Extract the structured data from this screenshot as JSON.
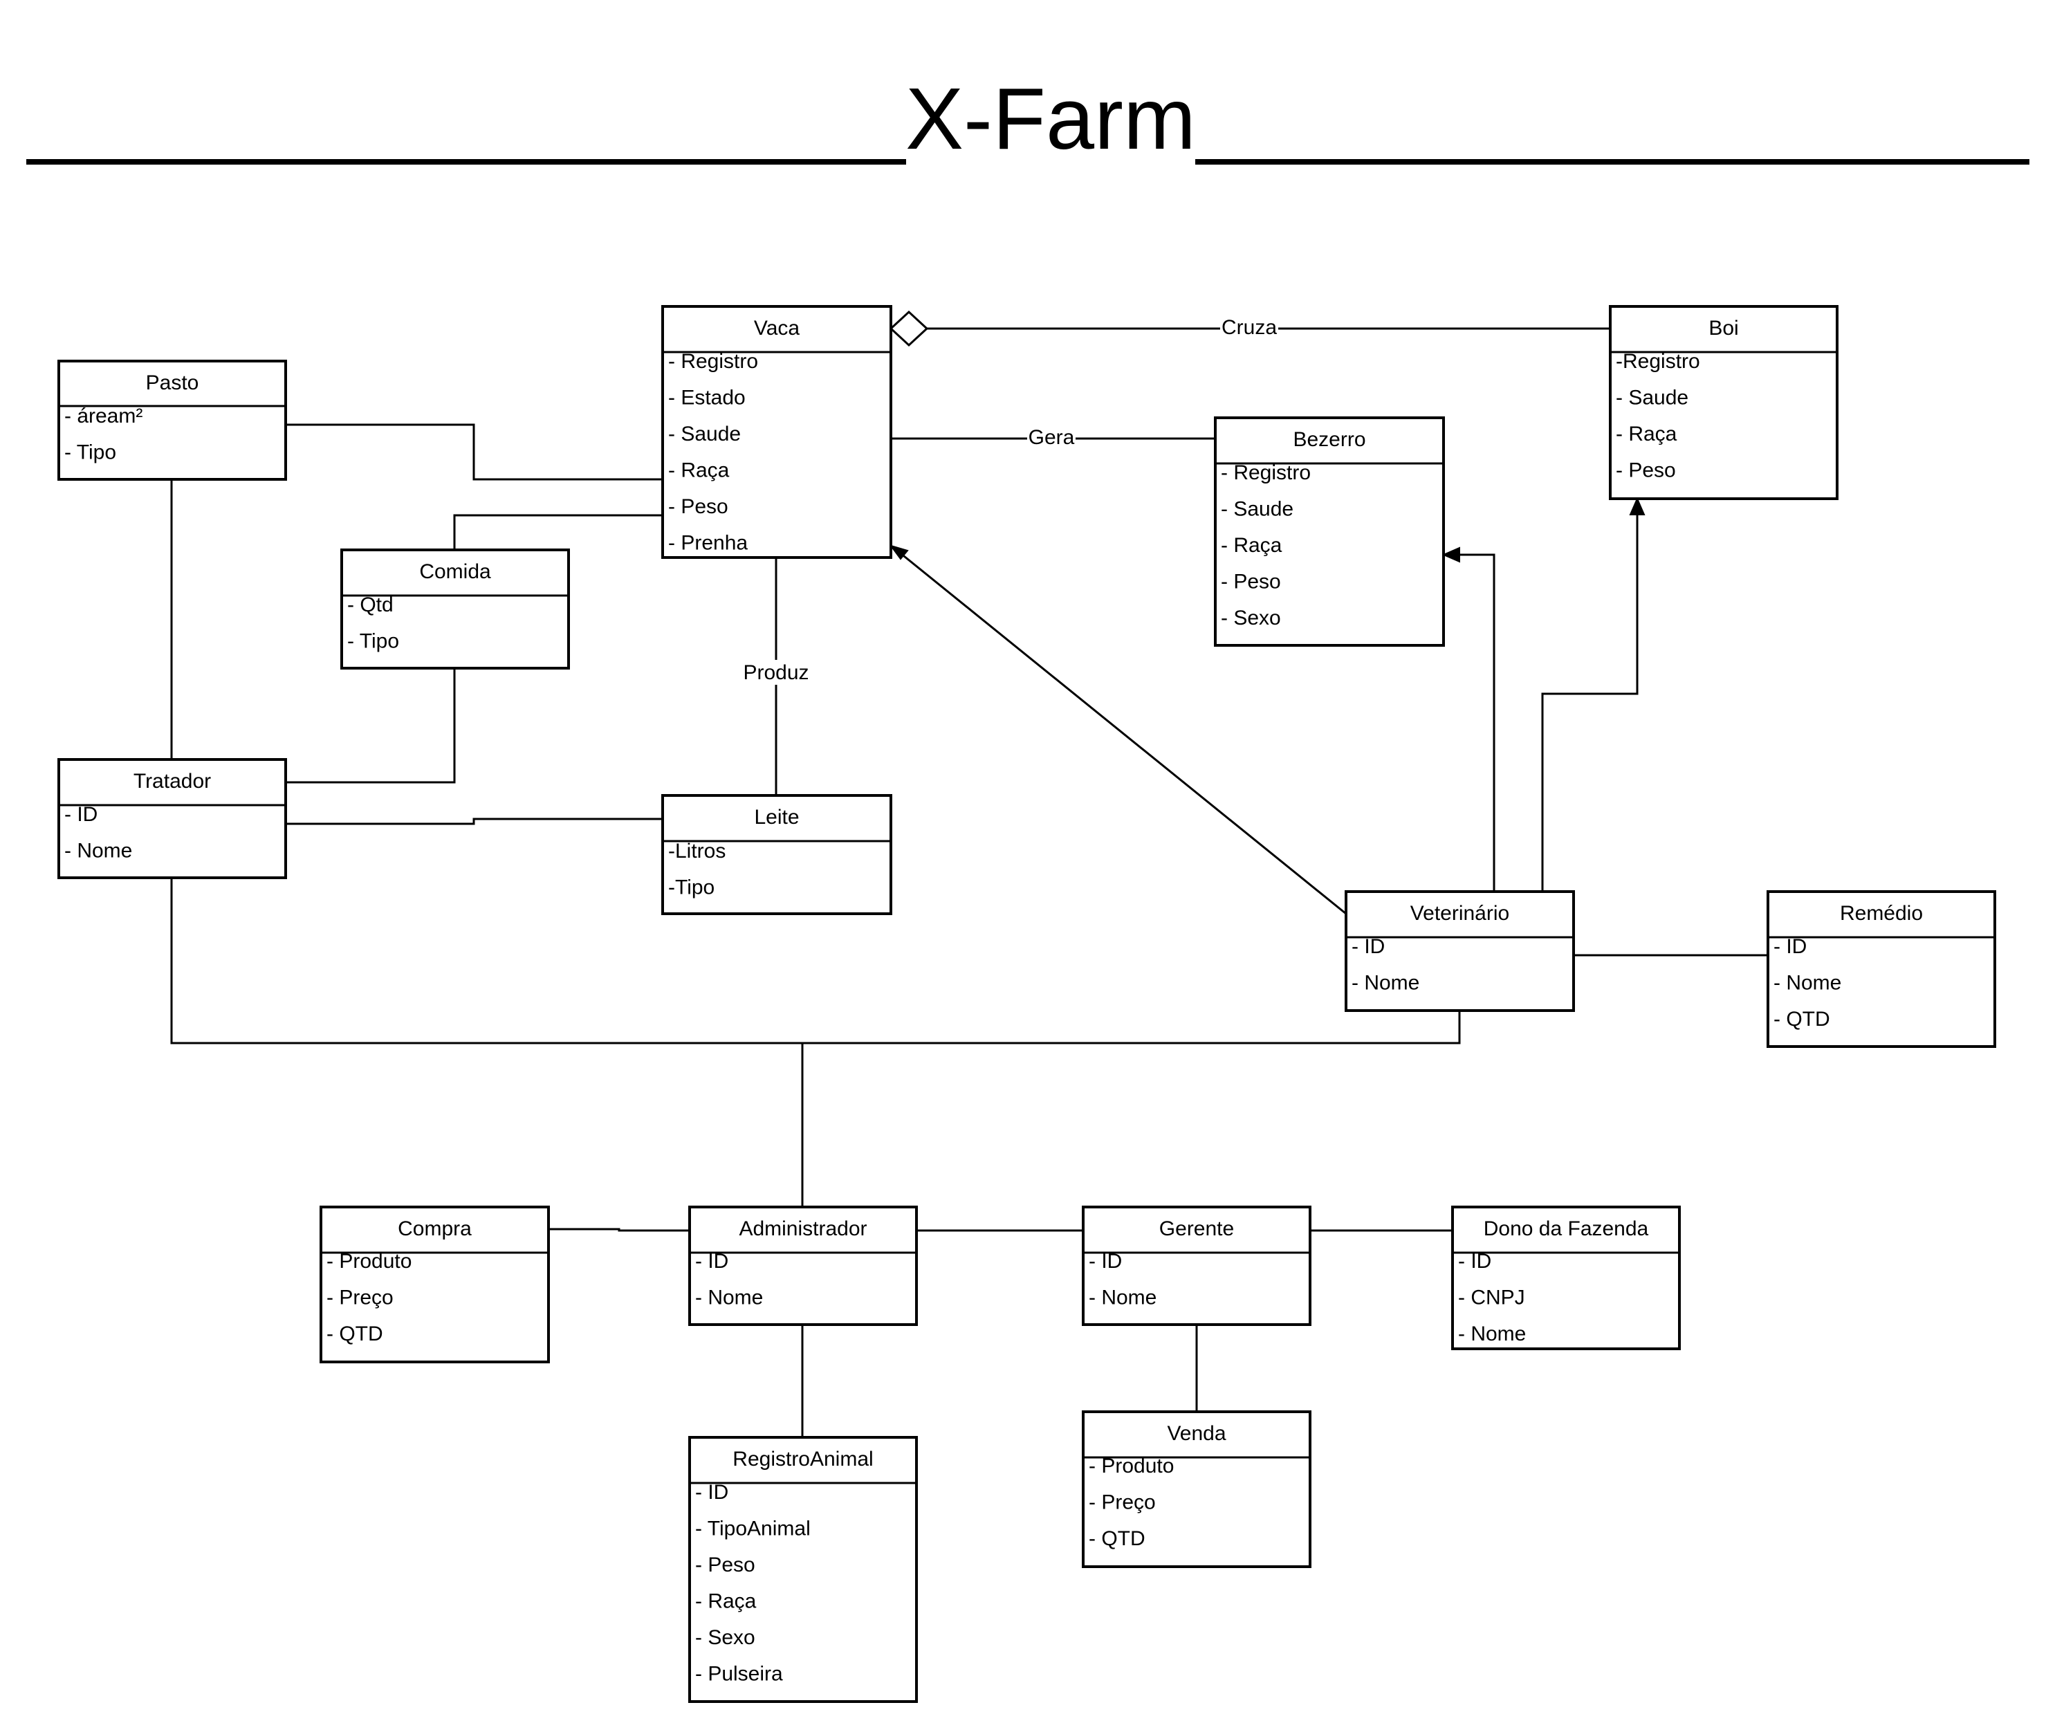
{
  "title": "X-Farm",
  "classes": {
    "pasto": {
      "name": "Pasto",
      "attributes": [
        "- áream²",
        "- Tipo"
      ]
    },
    "vaca": {
      "name": "Vaca",
      "attributes": [
        "- Registro",
        "- Estado",
        "- Saude",
        "- Raça",
        "- Peso",
        "- Prenha"
      ]
    },
    "boi": {
      "name": "Boi",
      "attributes": [
        "-Registro",
        "- Saude",
        "- Raça",
        "- Peso"
      ]
    },
    "bezerro": {
      "name": "Bezerro",
      "attributes": [
        "- Registro",
        "- Saude",
        "- Raça",
        "- Peso",
        "- Sexo"
      ]
    },
    "comida": {
      "name": "Comida",
      "attributes": [
        "- Qtd",
        "- Tipo"
      ]
    },
    "tratador": {
      "name": "Tratador",
      "attributes": [
        "- ID",
        "- Nome"
      ]
    },
    "leite": {
      "name": "Leite",
      "attributes": [
        "-Litros",
        "-Tipo"
      ]
    },
    "veterinario": {
      "name": "Veterinário",
      "attributes": [
        "- ID",
        "- Nome"
      ]
    },
    "remedio": {
      "name": "Remédio",
      "attributes": [
        "- ID",
        "- Nome",
        "- QTD"
      ]
    },
    "compra": {
      "name": "Compra",
      "attributes": [
        "- Produto",
        "- Preço",
        "- QTD"
      ]
    },
    "administrador": {
      "name": "Administrador",
      "attributes": [
        "- ID",
        "- Nome"
      ]
    },
    "gerente": {
      "name": "Gerente",
      "attributes": [
        "- ID",
        "- Nome"
      ]
    },
    "dono": {
      "name": "Dono da Fazenda",
      "attributes": [
        "- ID",
        "- CNPJ",
        "- Nome"
      ]
    },
    "venda": {
      "name": "Venda",
      "attributes": [
        "- Produto",
        "- Preço",
        "- QTD"
      ]
    },
    "registro_animal": {
      "name": "RegistroAnimal",
      "attributes": [
        "- ID",
        "- TipoAnimal",
        " - Peso",
        "- Raça",
        "- Sexo",
        "- Pulseira"
      ]
    }
  },
  "relations": {
    "cruza": "Cruza",
    "gera": "Gera",
    "produz": "Produz"
  }
}
